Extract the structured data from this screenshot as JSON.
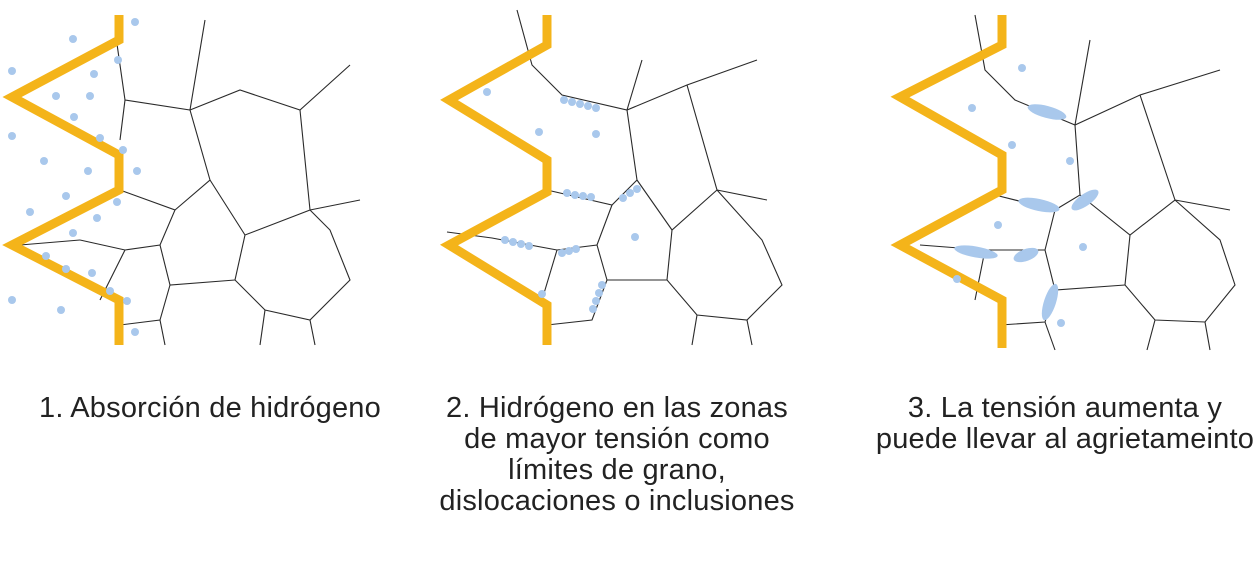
{
  "diagram": {
    "title": "",
    "colors": {
      "metal_surface": "#F4B41A",
      "hydrogen": "#A9C8EC",
      "grain_boundary": "#2a2a2a",
      "text": "#222222"
    },
    "panels": [
      {
        "step": 1,
        "caption": "1. Absorción de hidrógeno"
      },
      {
        "step": 2,
        "caption": "2. Hidrógeno en las zonas de mayor tensión como límites de grano, dislocaciones o inclusiones"
      },
      {
        "step": 3,
        "caption": "3. La tensión aumenta y puede llevar al agrietameinto"
      }
    ]
  }
}
